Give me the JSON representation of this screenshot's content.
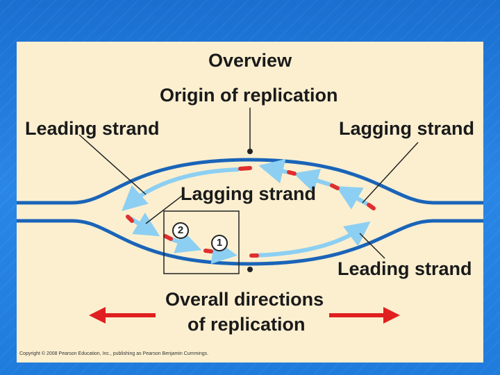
{
  "labels": {
    "overview": "Overview",
    "origin": "Origin of replication",
    "leading_top": "Leading strand",
    "lagging_top": "Lagging strand",
    "lagging_mid": "Lagging strand",
    "leading_bottom": "Leading strand",
    "overall_line1": "Overall directions",
    "overall_line2": "of replication"
  },
  "steps": {
    "one": "1",
    "two": "2"
  },
  "copyright": "Copyright © 2008 Pearson Education, Inc., publishing as Pearson Benjamin Cummings.",
  "colors": {
    "parental_strand": "#1a64b8",
    "new_strand": "#8ccff2",
    "primer": "#e02e2e",
    "arrow_red": "#e02020",
    "panel": "#fbefd0",
    "background": "#1f7bdc"
  }
}
